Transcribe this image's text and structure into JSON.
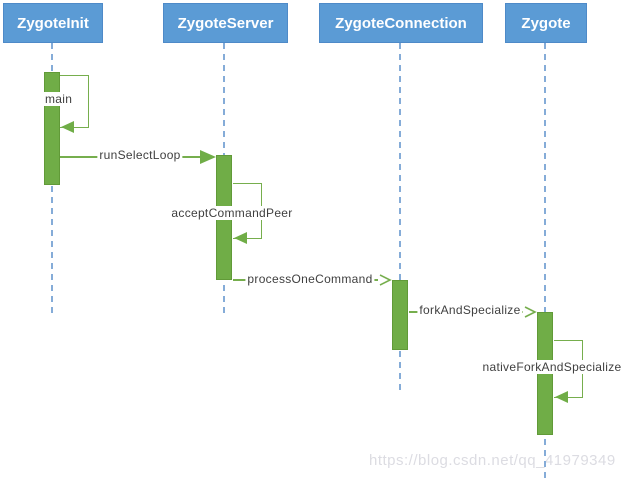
{
  "diagram": {
    "type": "uml-sequence-diagram",
    "actors": [
      {
        "name": "ZygoteInit"
      },
      {
        "name": "ZygoteServer"
      },
      {
        "name": "ZygoteConnection"
      },
      {
        "name": "Zygote"
      }
    ],
    "messages": [
      {
        "label": "main",
        "from": "ZygoteInit",
        "to": "ZygoteInit",
        "kind": "self-call"
      },
      {
        "label": "runSelectLoop",
        "from": "ZygoteInit",
        "to": "ZygoteServer",
        "kind": "call"
      },
      {
        "label": "acceptCommandPeer",
        "from": "ZygoteServer",
        "to": "ZygoteServer",
        "kind": "self-call"
      },
      {
        "label": "processOneCommand",
        "from": "ZygoteServer",
        "to": "ZygoteConnection",
        "kind": "call"
      },
      {
        "label": "forkAndSpecialize",
        "from": "ZygoteConnection",
        "to": "Zygote",
        "kind": "call"
      },
      {
        "label": "nativeForkAndSpecialize",
        "from": "Zygote",
        "to": "Zygote",
        "kind": "self-call"
      }
    ],
    "watermark": "https://blog.csdn.net/qq_41979349",
    "colors": {
      "actor_fill": "#5b9bd5",
      "actor_border": "#4e8ac8",
      "activation_fill": "#70ad47",
      "activation_border": "#619a38",
      "arrow_line": "#76ae4d",
      "lifeline": "#85acd8",
      "label_text": "#3f3f3f",
      "watermark_text": "#dcdce2"
    }
  }
}
